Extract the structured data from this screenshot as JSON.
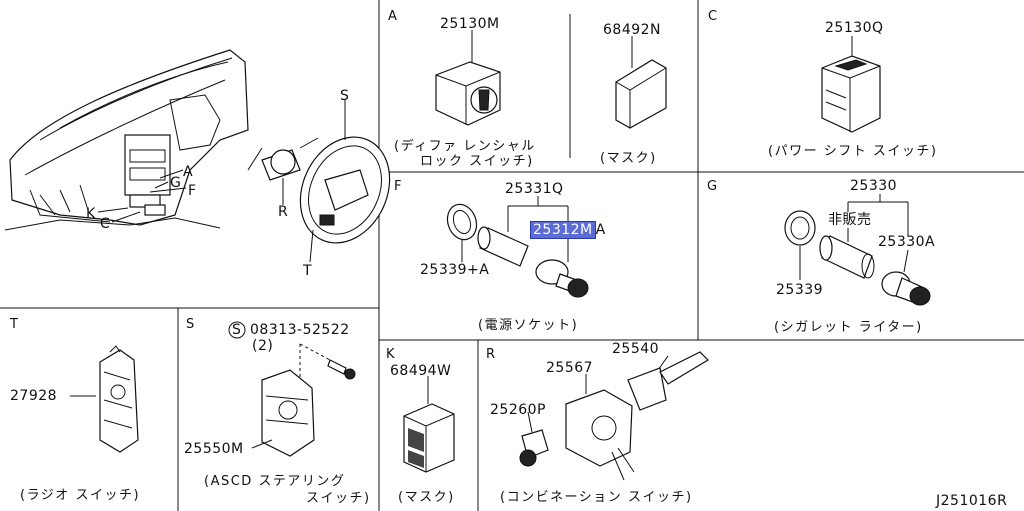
{
  "diagram_id": "J251016R",
  "overview": {
    "callouts": [
      "S",
      "A",
      "G",
      "F",
      "K",
      "C",
      "R",
      "T"
    ]
  },
  "panels": {
    "A": {
      "letter": "A",
      "part_left": "25130M",
      "part_right": "68492N",
      "caption_left_line1": "(ディファ レンシャル",
      "caption_left_line2": "ロック スイッチ)",
      "caption_right": "(マスク)"
    },
    "C": {
      "letter": "C",
      "part": "25130Q",
      "caption": "(パワー シフト スイッチ)"
    },
    "F": {
      "letter": "F",
      "part_top": "25331Q",
      "part_highlight": "25312M",
      "part_highlight_suffix": "A",
      "part_left": "25339+A",
      "caption": "(電源ソケット)",
      "highlight_color": "#5b6cd6"
    },
    "G": {
      "letter": "G",
      "part_top": "25330",
      "note": "非販売",
      "part_right": "25330A",
      "part_left": "25339",
      "caption": "(シガレット ライター)"
    },
    "T": {
      "letter": "T",
      "part": "27928",
      "caption": "(ラジオ スイッチ)"
    },
    "S": {
      "letter": "S",
      "screw_mark": "S",
      "screw_part": "08313-52522",
      "screw_qty": "(2)",
      "part": "25550M",
      "caption_line1": "(ASCD ステアリング",
      "caption_line2": "スイッチ)"
    },
    "K": {
      "letter": "K",
      "part": "68494W",
      "caption": "(マスク)"
    },
    "R": {
      "letter": "R",
      "part_top_right": "25540",
      "part_mid": "25567",
      "part_left": "25260P",
      "caption": "(コンビネーション スイッチ)"
    }
  }
}
